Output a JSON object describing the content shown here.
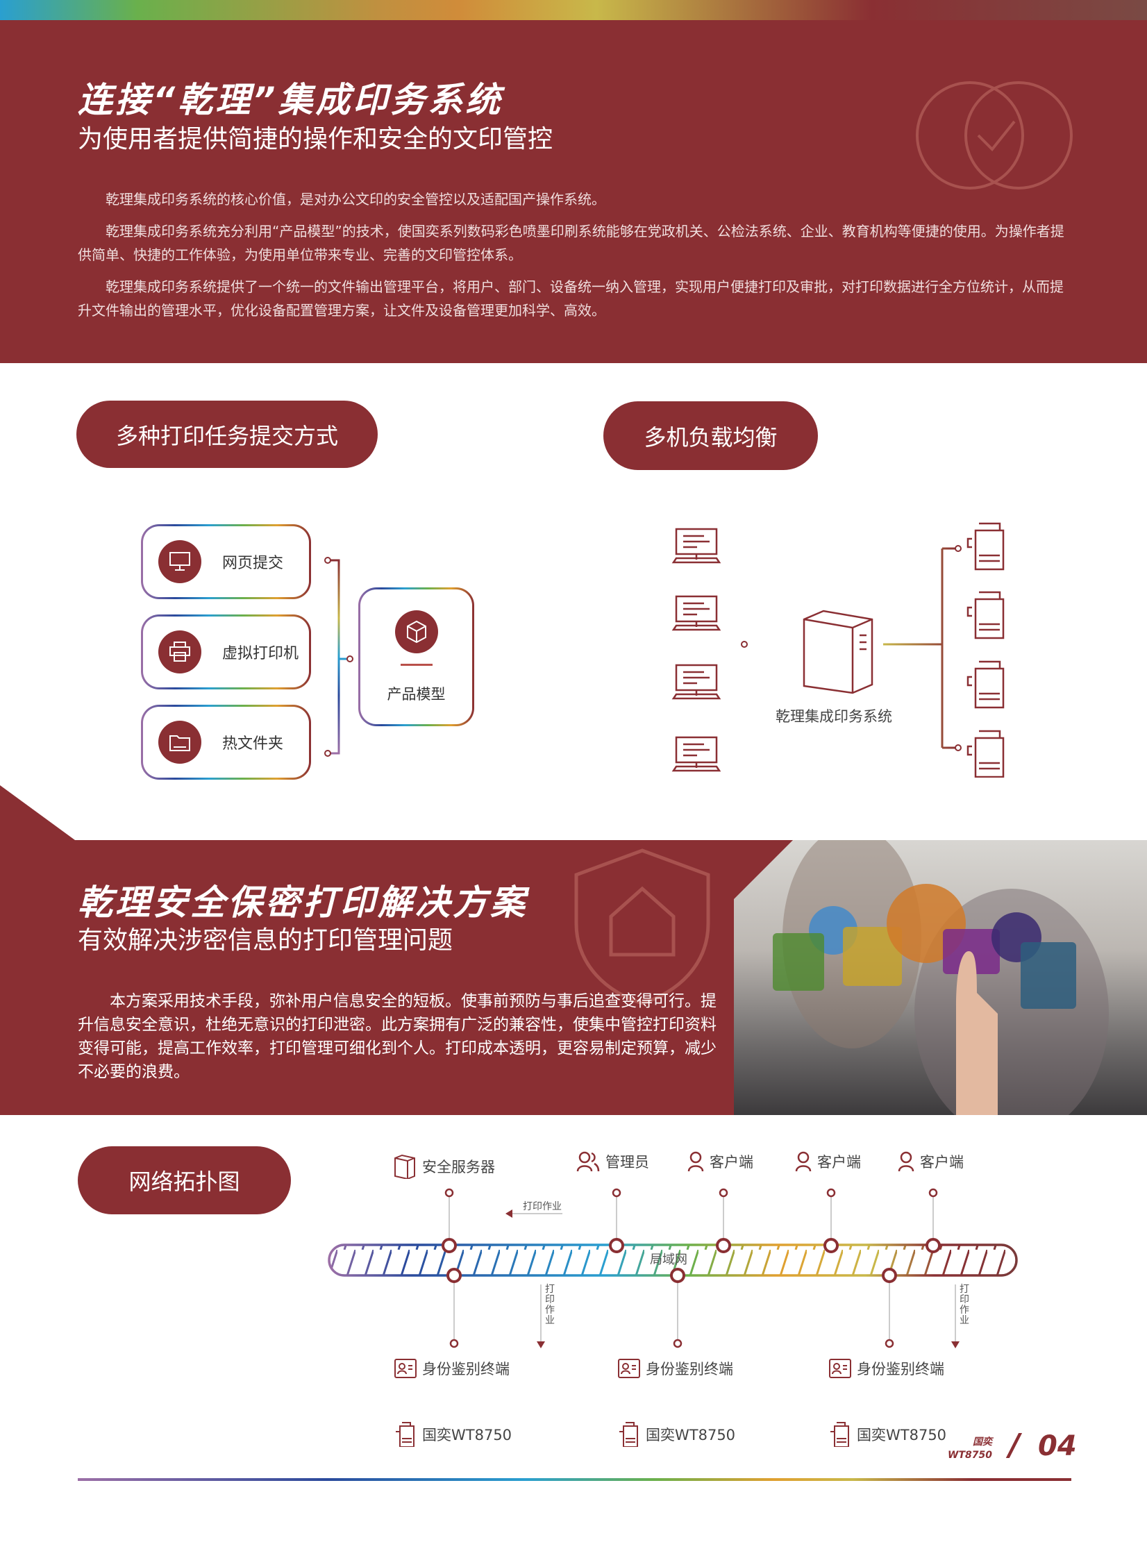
{
  "header": {
    "title": "连接“乾理”集成印务系统",
    "subtitle": "为使用者提供简捷的操作和安全的文印管控",
    "paragraphs": [
      "乾理集成印务系统的核心价值，是对办公文印的安全管控以及适配国产操作系统。",
      "乾理集成印务系统充分利用“产品模型”的技术，使国奕系列数码彩色喷墨印刷系统能够在党政机关、公检法系统、企业、教育机构等便捷的使用。为操作者提供简单、快捷的工作体验，为使用单位带来专业、完善的文印管控体系。",
      "乾理集成印务系统提供了一个统一的文件输出管理平台，将用户、部门、设备统一纳入管理，实现用户便捷打印及审批，对打印数据进行全方位统计，从而提升文件输出的管理水平，优化设备配置管理方案，让文件及设备管理更加科学、高效。"
    ]
  },
  "submit": {
    "title": "多种打印任务提交方式",
    "items": [
      {
        "label": "网页提交",
        "icon": "monitor-icon"
      },
      {
        "label": "虚拟打印机",
        "icon": "printer-icon"
      },
      {
        "label": "热文件夹",
        "icon": "folder-icon"
      }
    ],
    "target": "产品模型"
  },
  "balance": {
    "title": "多机负载均衡",
    "server": "乾理集成印务系统"
  },
  "secure": {
    "title": "乾理安全保密打印解决方案",
    "subtitle": "有效解决涉密信息的打印管理问题",
    "paragraph": "本方案采用技术手段，弥补用户信息安全的短板。使事前预防与事后追查变得可行。提升信息安全意识，杜绝无意识的打印泄密。此方案拥有广泛的兼容性，使集中管控打印资料变得可能，提高工作效率，打印管理可细化到个人。打印成本透明，更容易制定预算，减少不必要的浪费。"
  },
  "topology": {
    "title": "网络拓扑图",
    "network": "局域网",
    "job_label": "打印作业",
    "top_nodes": [
      "安全服务器",
      "管理员",
      "客户端",
      "客户端",
      "客户端"
    ],
    "terminal": "身份鉴别终端",
    "printer": "国奕WT8750"
  },
  "footer": {
    "brand": "国奕",
    "model": "WT8750",
    "page": "04"
  },
  "colors": {
    "brand": "#8a2f33"
  }
}
